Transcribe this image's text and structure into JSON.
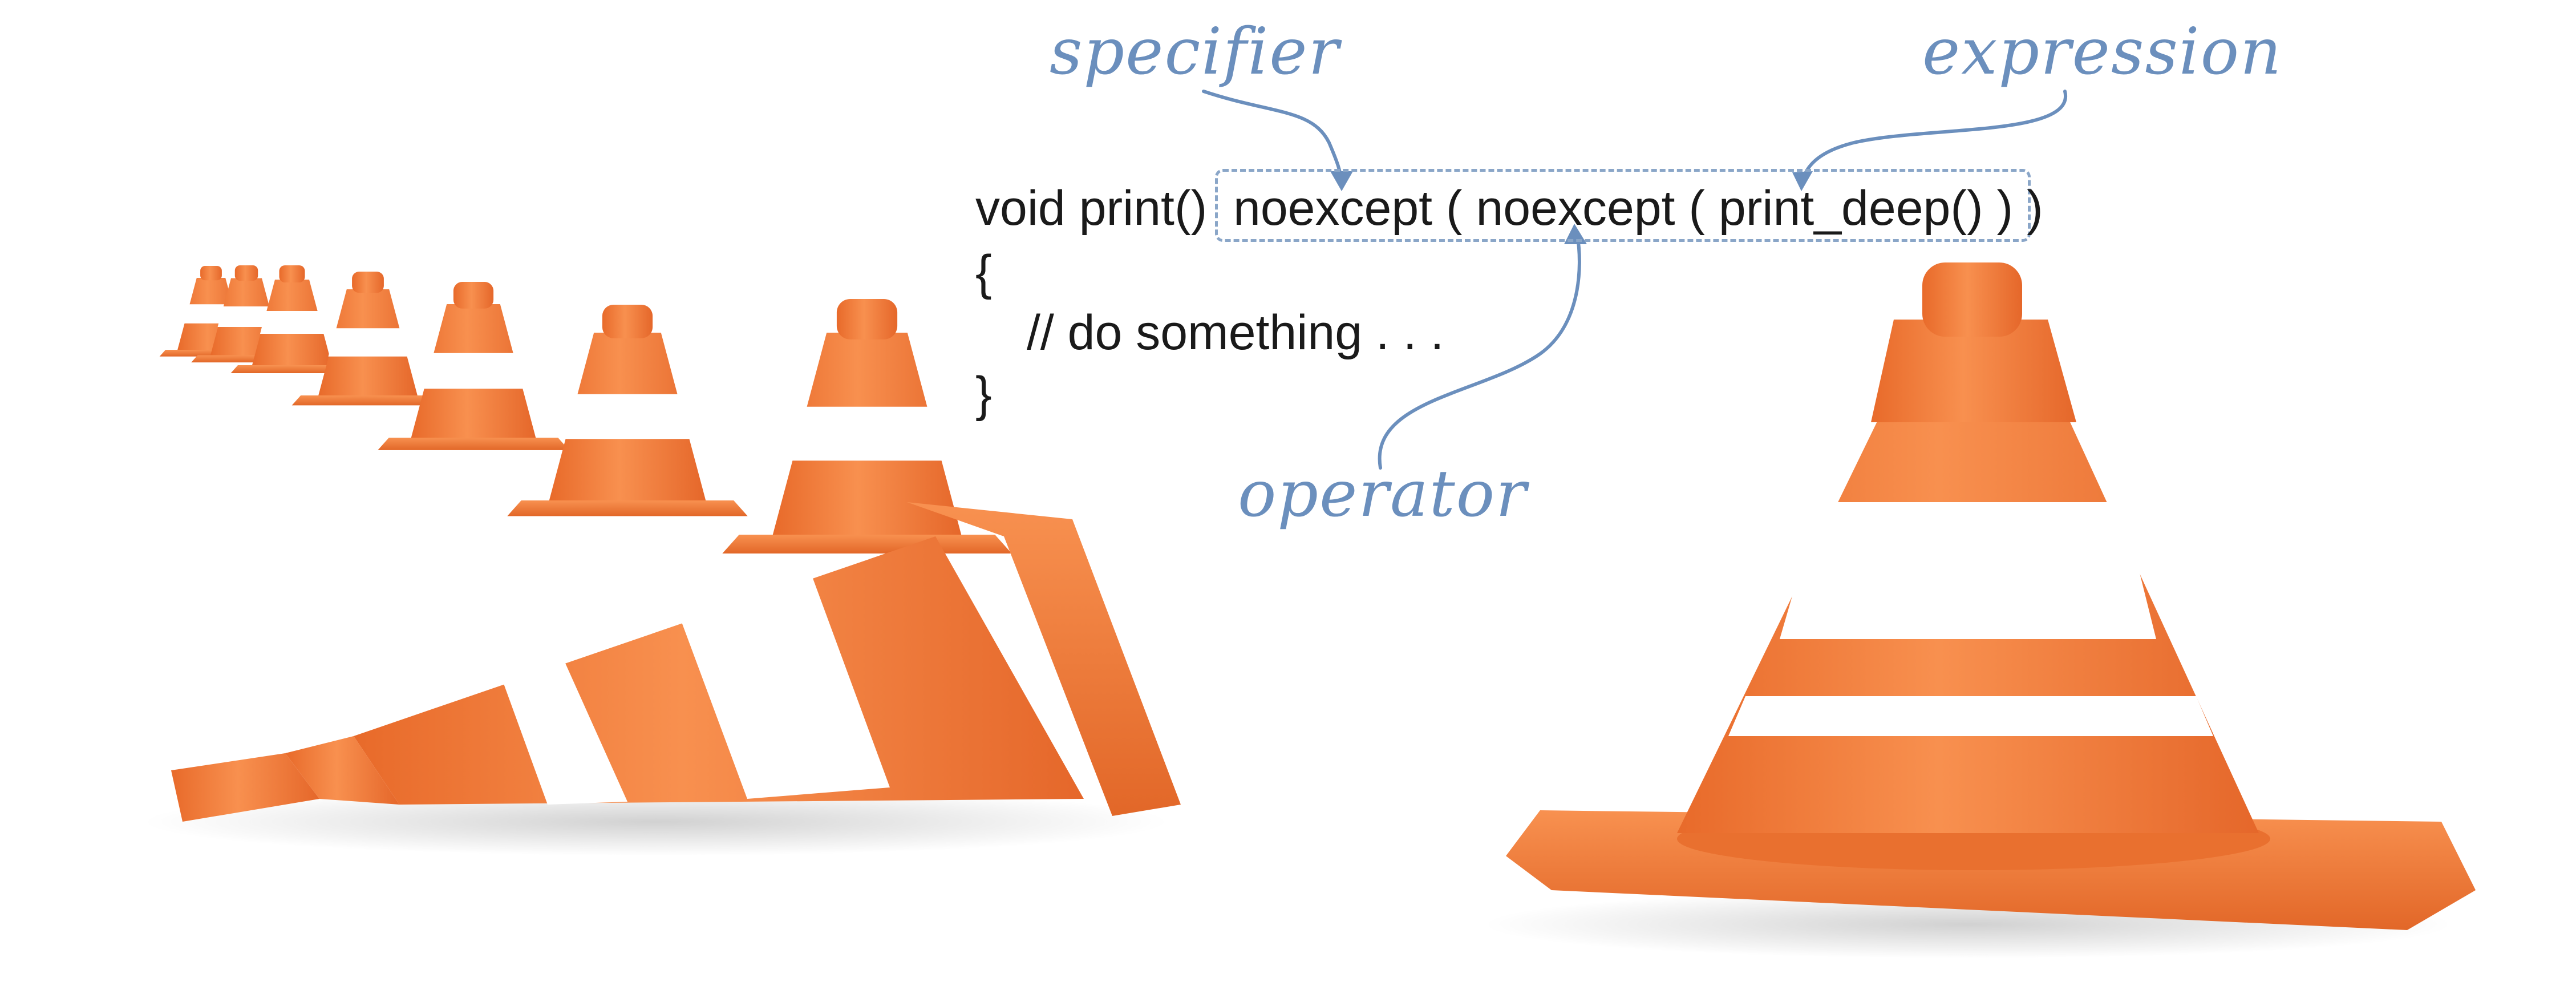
{
  "code": {
    "line1_prefix": "void print()",
    "line1_specifier": "noexcept ( noexcept ( print_deep() ) )",
    "line2": "{",
    "line3": "// do something . . .",
    "line4": "}"
  },
  "annotations": {
    "specifier": "specifier",
    "expression": "expression",
    "operator": "operator"
  },
  "colors": {
    "annotation": "#6b8fbd",
    "cone_orange": "#f47f3d",
    "cone_stripe": "#ffffff",
    "code_text": "#1a1a1a"
  }
}
